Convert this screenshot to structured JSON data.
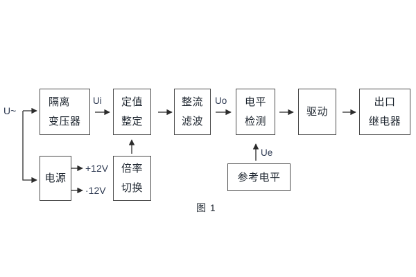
{
  "diagram": {
    "caption": "图 1",
    "labels": {
      "input_signal": "U~",
      "ui": "Ui",
      "uo": "Uo",
      "ue": "Ue",
      "plus12v": "+12V",
      "minus12v": "·12V"
    },
    "blocks": {
      "isolation_transformer": {
        "line1": "隔离",
        "line2": "变压器"
      },
      "setting_adjust": {
        "line1": "定值",
        "line2": "整定"
      },
      "rectifier_filter": {
        "line1": "整流",
        "line2": "滤波"
      },
      "level_detection": {
        "line1": "电平",
        "line2": "检测"
      },
      "drive": {
        "line1": "驱动"
      },
      "output_relay": {
        "line1": "出口",
        "line2": "继电器"
      },
      "power_supply": {
        "line1": "电源"
      },
      "ratio_switching": {
        "line1": "倍率",
        "line2": "切换"
      },
      "reference_level": {
        "line1": "参考电平"
      }
    },
    "colors": {
      "background": "#ffffff",
      "box_border": "#4a4a4a",
      "connector_line": "#2b2b2b",
      "chinese_text": "#1c242e",
      "latin_text": "#2e3a52"
    }
  }
}
